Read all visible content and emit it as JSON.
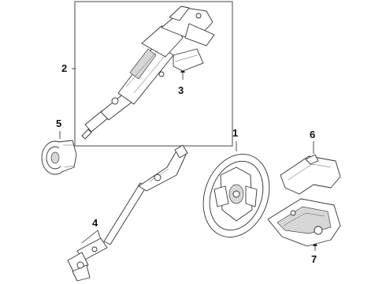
{
  "callouts": [
    {
      "id": "1",
      "label": "1"
    },
    {
      "id": "2",
      "label": "2"
    },
    {
      "id": "3",
      "label": "3"
    },
    {
      "id": "4",
      "label": "4"
    },
    {
      "id": "5",
      "label": "5"
    },
    {
      "id": "6",
      "label": "6"
    },
    {
      "id": "7",
      "label": "7"
    }
  ],
  "colors": {
    "line": "#222222",
    "background": "#ffffff",
    "shade": "#d7d7d7"
  }
}
